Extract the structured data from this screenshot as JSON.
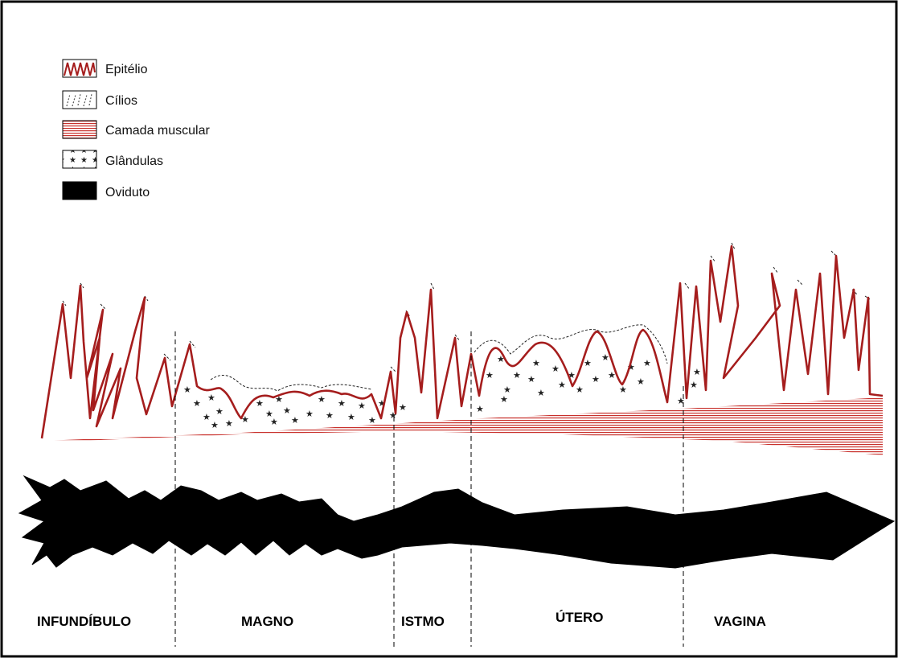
{
  "legend": [
    {
      "key": "epitelio",
      "label": "Epitélio"
    },
    {
      "key": "cilios",
      "label": "Cílios"
    },
    {
      "key": "muscular",
      "label": "Camada  muscular"
    },
    {
      "key": "glandulas",
      "label": "Glândulas"
    },
    {
      "key": "oviduto",
      "label": "Oviduto"
    }
  ],
  "regions": [
    "INFUNDÍBULO",
    "MAGNO",
    "ISTMO",
    "ÚTERO",
    "VAGINA"
  ],
  "colors": {
    "epithelium": "#a51d1d",
    "muscle": "#c8302c",
    "gland": "#222222",
    "oviduct": "#000000",
    "border": "#000000"
  }
}
